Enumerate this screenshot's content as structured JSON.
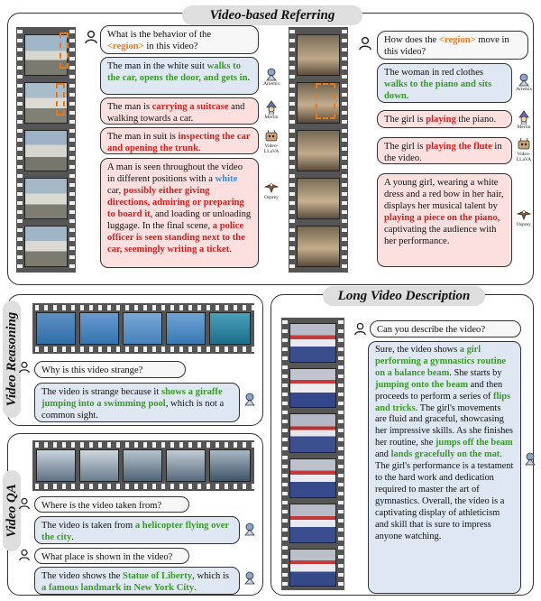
{
  "sections": {
    "referring_title": "Video-based Referring",
    "long_title": "Long Video Description",
    "reasoning_title": "Video Reasoning",
    "qa_title": "Video QA"
  },
  "referring": {
    "left": {
      "question_a": "What is the behavior of the",
      "question_region": "<region>",
      "question_b": " in this video?",
      "artemis": {
        "model": "Artemis",
        "a": "The man in the white suit ",
        "g": "walks to the car, opens the door, and gets in",
        "c": "."
      },
      "merlin": {
        "model": "Merlin",
        "a": "The man is ",
        "r": "carrying a suitcase",
        "b": " and walking towards a car."
      },
      "videollava": {
        "model": "Video-LLaVA",
        "a": "The man in suit is ",
        "r": "inspecting the car and opening the trunk",
        "b": "."
      },
      "osprey": {
        "model": "Osprey",
        "p1": "A man is seen throughout the video in different positions with a ",
        "blue": "white",
        "p2": " car, ",
        "r1": "possibly either giving directions, admiring or preparing to board it",
        "p3": ", and loading or unloading luggage. In the final scene, ",
        "r2": "a police officer is seen standing next to the car, seemingly writing a ticket",
        "p4": "."
      }
    },
    "right": {
      "question_a": "How does the ",
      "question_region": "<region>",
      "question_b": " move in this video?",
      "artemis": {
        "model": "Artemis",
        "a": "The woman in red clothes ",
        "g": "walks to the piano and sits down",
        "c": "."
      },
      "merlin": {
        "model": "Merlin",
        "a": "The girl is ",
        "r": "playing",
        "b": " the piano."
      },
      "videollava": {
        "model": "Video-LLaVA",
        "a": "The girl is ",
        "r": "playing the flute",
        "b": " in the video."
      },
      "osprey": {
        "model": "Osprey",
        "a": "A young girl, wearing a white dress and a red bow in her hair, displays her musical talent by ",
        "r": "playing a piece on the piano",
        "b": ", captivating the audience with her performance."
      }
    }
  },
  "reasoning": {
    "question": "Why is this video strange?",
    "answer_a": "The video is strange because it ",
    "answer_g": "shows a giraffe jumping into a swimming pool",
    "answer_b": ", which is not a common sight."
  },
  "qa": {
    "q1": "Where is the video taken from?",
    "a1_a": "The video is taken from ",
    "a1_g": "a helicopter flying over the city",
    "a1_b": ".",
    "q2": "What place is shown in the video?",
    "a2_a": "The video shows the ",
    "a2_g1": "Statue of Liberty",
    "a2_b": ", which is ",
    "a2_g2": "a famous landmark in New York City",
    "a2_c": "."
  },
  "long": {
    "question": "Can you describe the video?",
    "t1": "Sure, the video shows ",
    "g1": "a girl performing a gymnastics routine on a balance beam",
    "t2": ". She starts by ",
    "g2": "jumping onto the beam",
    "t3": " and then proceeds to perform a series of ",
    "g3": "flips and tricks",
    "t4": ". The girl's movements are fluid and graceful, showcasing her impressive skills. As she finishes her routine, she ",
    "g4": "jumps off the beam",
    "t5": " and ",
    "g5": "lands gracefully on the mat",
    "t6": ". The girl's performance is a testament to the hard work and dedication required to master the art of gymnastics. Overall, the video is a captivating display of athleticism and skill that is sure to impress anyone watching."
  },
  "colors": {
    "green": "#3a9a28",
    "red": "#d42020",
    "orange": "#e87a1e",
    "blue_text": "#3a8cd8",
    "blue_bubble": "#dfe7f3",
    "red_bubble": "#fbe0df"
  },
  "icons": {
    "user": "user-icon",
    "artemis": "artemis-avatar-icon",
    "merlin": "merlin-avatar-icon",
    "videollava": "videollava-avatar-icon",
    "osprey": "osprey-bird-icon"
  }
}
